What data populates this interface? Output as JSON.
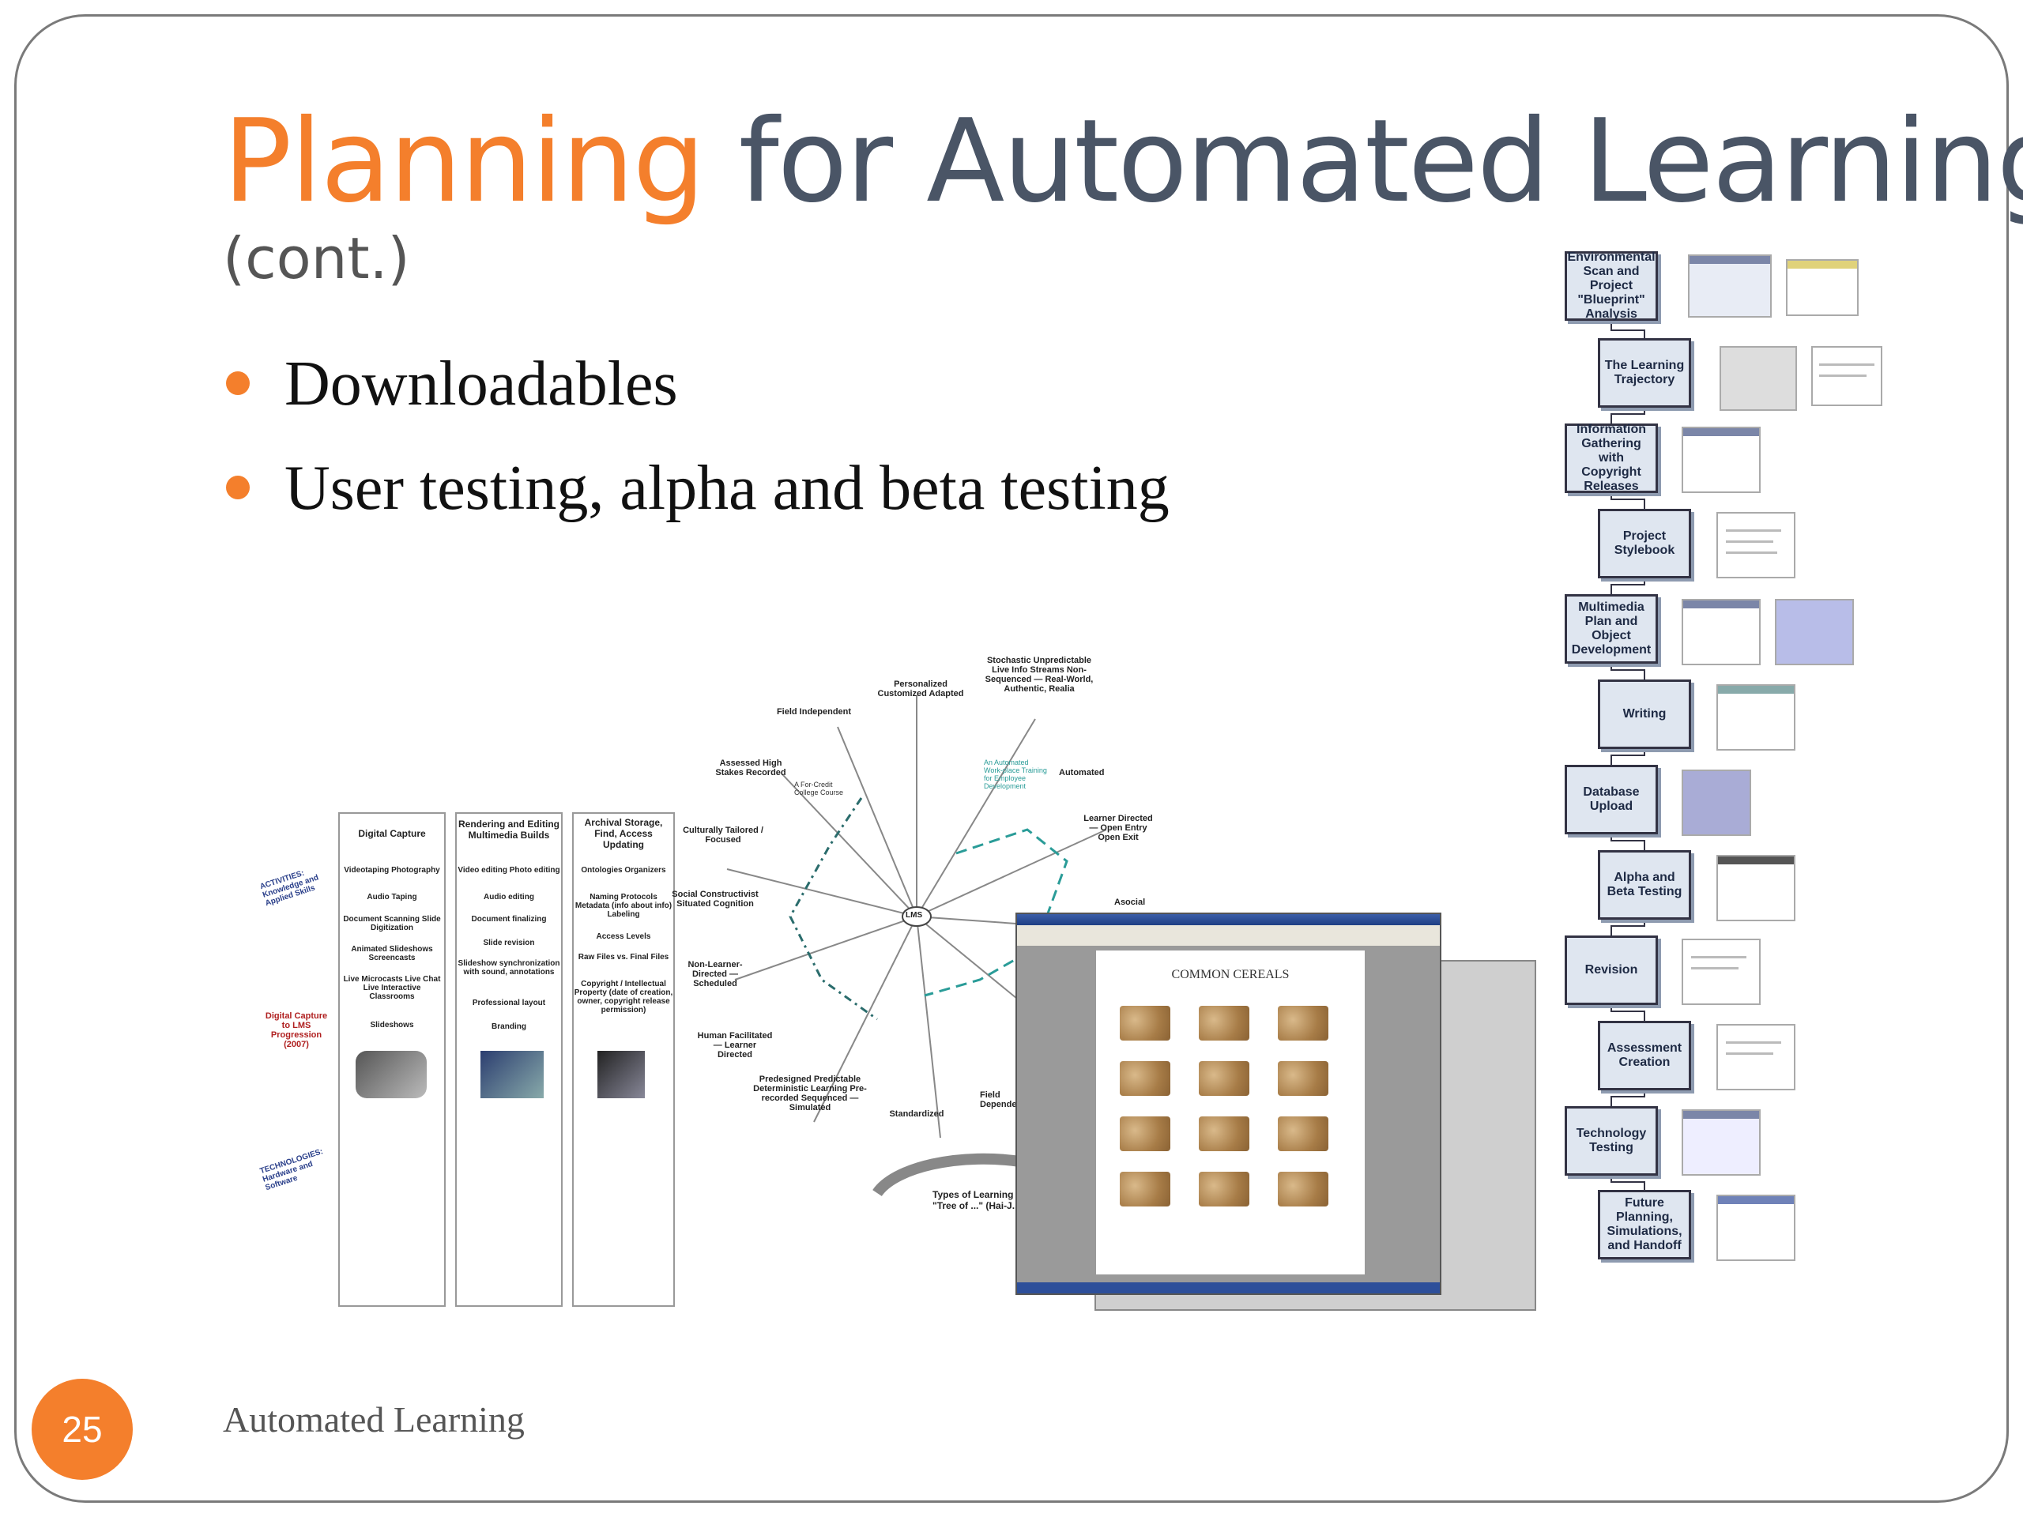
{
  "slide": {
    "title_accent": "Planning",
    "title_rest": " for Automated Learning",
    "subtitle": "(cont.)",
    "bullets": [
      "Downloadables",
      "User testing, alpha and beta testing"
    ],
    "footer": "Automated Learning",
    "page_number": "25",
    "accent_color": "#f47f2c"
  },
  "left_diagram": {
    "columns": [
      "Digital Capture",
      "Rendering and Editing Multimedia Builds",
      "Archival Storage, Find, Access Updating"
    ],
    "side_labels": [
      "ACTIVITIES: Knowledge and Applied Skills",
      "Digital Capture to LMS Progression (2007)",
      "TECHNOLOGIES: Hardware and Software"
    ],
    "col1_items": [
      "Videotaping Photography",
      "Audio Taping",
      "Document Scanning Slide Digitization",
      "Animated Slideshows Screencasts",
      "Live Microcasts Live Chat Live Interactive Classrooms",
      "Slideshows"
    ],
    "col2_items": [
      "Video editing Photo editing",
      "Audio editing",
      "Document finalizing",
      "Slide revision",
      "Slideshow synchronization with sound, annotations",
      "Professional layout",
      "Branding"
    ],
    "col3_items": [
      "Ontologies Organizers",
      "Naming Protocols Metadata (info about info) Labeling",
      "Access Levels",
      "Raw Files vs. Final Files",
      "Copyright / Intellectual Property (date of creation, owner, copyright release permission)"
    ]
  },
  "radial_diagram": {
    "center": "LMS",
    "labels": [
      "Stochastic Unpredictable Live Info Streams Non-Sequenced — Real-World, Authentic, Realia",
      "Personalized Customized Adapted",
      "Field Independent",
      "Assessed High Stakes Recorded",
      "Culturally Tailored / Focused",
      "Social Constructivist Situated Cognition",
      "Non-Learner-Directed — Scheduled",
      "Human Facilitated — Learner Directed",
      "Predesigned Predictable Deterministic Learning Pre-recorded Sequenced — Simulated",
      "Standardized",
      "Automated",
      "Learner Directed — Open Entry Open Exit",
      "Asocial",
      "Field Dependent"
    ],
    "annotations": [
      "A For-Credit College Course",
      "An Automated Work-place Training for Employee Development"
    ],
    "footer_label": "Types of Learning (A \"Tree of ...\" (Hai-J...)"
  },
  "document_window": {
    "heading": "COMMON CEREALS"
  },
  "flowchart": {
    "steps": [
      "Environmental Scan and Project \"Blueprint\" Analysis",
      "The Learning Trajectory",
      "Information Gathering with Copyright Releases",
      "Project Stylebook",
      "Multimedia Plan and Object Development",
      "Writing",
      "Database Upload",
      "Alpha and Beta Testing",
      "Revision",
      "Assessment Creation",
      "Technology Testing",
      "Future Planning, Simulations, and Handoff"
    ]
  }
}
